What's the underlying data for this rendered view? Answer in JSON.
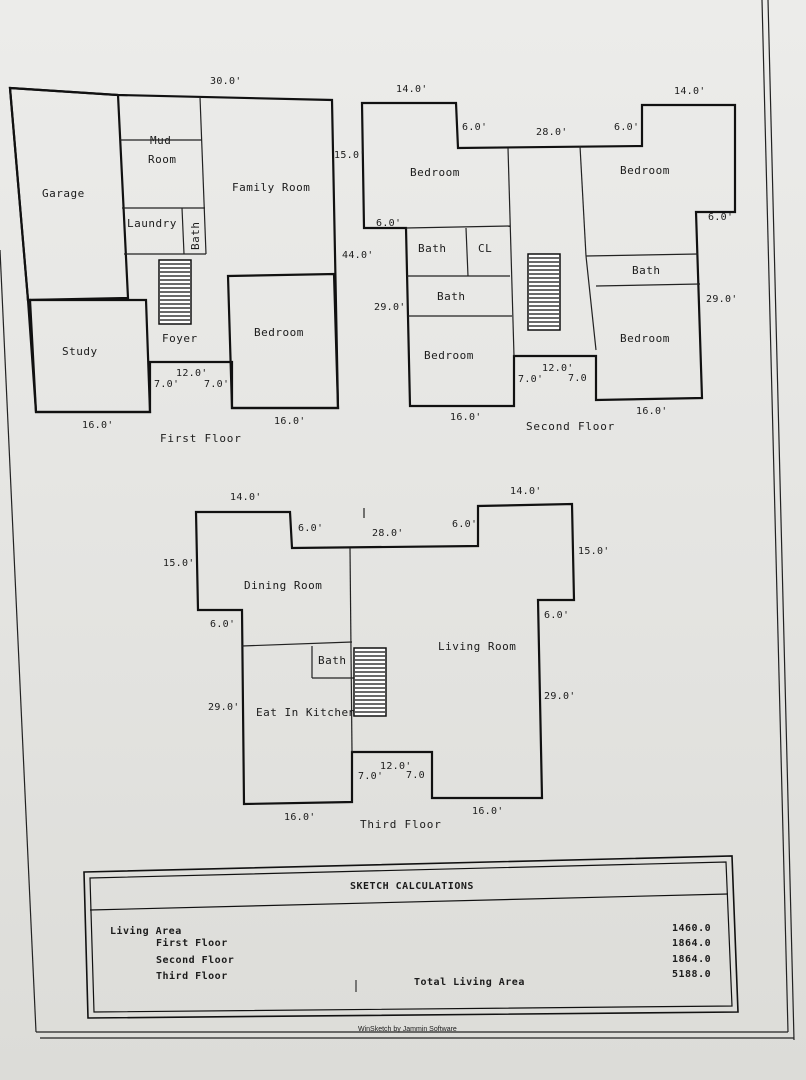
{
  "first_floor": {
    "title": "First Floor",
    "rooms": {
      "garage": "Garage",
      "mud_room_1": "Mud",
      "mud_room_2": "Room",
      "family_room": "Family Room",
      "laundry": "Laundry",
      "bath": "Bath",
      "study": "Study",
      "foyer": "Foyer",
      "bedroom": "Bedroom"
    },
    "dims": {
      "top": "30.0'",
      "right": "44.0'",
      "bottom_left": "16.0'",
      "bottom_right": "16.0'",
      "porch_width": "12.0'",
      "porch_left": "7.0'",
      "porch_right": "7.0'"
    }
  },
  "second_floor": {
    "title": "Second Floor",
    "rooms": {
      "bedroom_nw": "Bedroom",
      "bedroom_ne": "Bedroom",
      "bath_1": "Bath",
      "closet": "CL",
      "bath_2": "Bath",
      "bath_3": "Bath",
      "bedroom_sw": "Bedroom",
      "bedroom_se": "Bedroom"
    },
    "dims": {
      "top_left": "14.0'",
      "top_right": "14.0'",
      "notch_left": "6.0'",
      "notch_right": "6.0'",
      "middle": "28.0'",
      "left_upper": "15.0'",
      "left_notch": "6.0'",
      "right_notch": "6.0'",
      "left_lower": "29.0'",
      "right_lower": "29.0'",
      "bottom_left": "16.0'",
      "bottom_right": "16.0'",
      "porch_width": "12.0'",
      "porch_left": "7.0'",
      "porch_right": "7.0"
    }
  },
  "third_floor": {
    "title": "Third Floor",
    "rooms": {
      "dining_room": "Dining Room",
      "living_room": "Living Room",
      "bath": "Bath",
      "kitchen": "Eat In Kitchen"
    },
    "dims": {
      "top_left": "14.0'",
      "top_right": "14.0'",
      "notch_left": "6.0'",
      "notch_right": "6.0'",
      "middle": "28.0'",
      "left_upper": "15.0'",
      "right_upper": "15.0'",
      "left_notch": "6.0'",
      "right_notch": "6.0'",
      "left_lower": "29.0'",
      "right_lower": "29.0'",
      "bottom_left": "16.0'",
      "bottom_right": "16.0'",
      "porch_width": "12.0'",
      "porch_left": "7.0'",
      "porch_right": "7.0"
    }
  },
  "calculations": {
    "title": "SKETCH CALCULATIONS",
    "living_area_label": "Living Area",
    "rows": [
      {
        "label": "First Floor",
        "value": "1460.0"
      },
      {
        "label": "Second Floor",
        "value": "1864.0"
      },
      {
        "label": "Third Floor",
        "value": "1864.0"
      }
    ],
    "total_label": "Total Living Area",
    "total_value": "5188.0"
  },
  "footer": "WinSketch by Jammin Software"
}
